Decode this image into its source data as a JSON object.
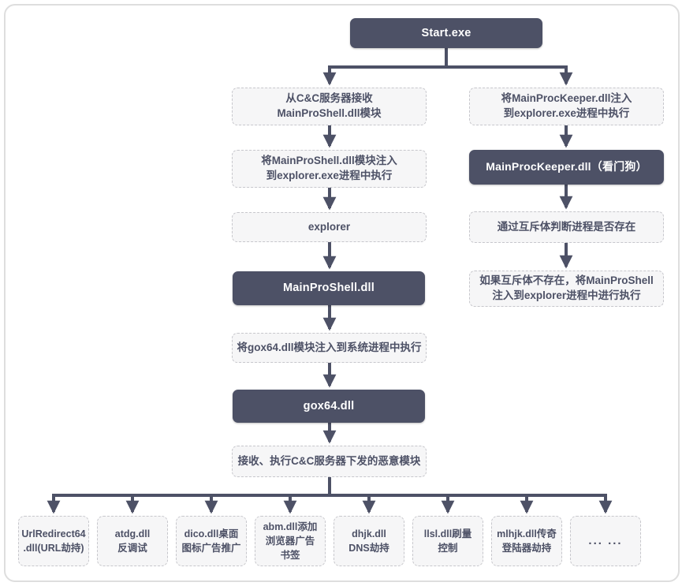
{
  "diagram": {
    "type": "flowchart",
    "language": "zh-CN",
    "topic": "Start.exe malware execution flow"
  },
  "colors": {
    "accent": "#4d5166",
    "dark_node_bg": "#4d5166",
    "dark_node_text": "#ffffff",
    "dashed_node_bg": "#f6f6f7",
    "dashed_node_border": "#c7c7cc",
    "node_text": "#4d5166",
    "page_border": "#dedede",
    "page_bg": "#ffffff"
  },
  "nodes": {
    "start": {
      "label": "Start.exe"
    },
    "receive_mainproshell": {
      "label": "从C&C服务器接收\nMainProShell.dll模块"
    },
    "inject_mainproshell": {
      "label": "将MainProShell.dll模块注入\n到explorer.exe进程中执行"
    },
    "explorer": {
      "label": "explorer"
    },
    "mainproshell": {
      "label": "MainProShell.dll"
    },
    "inject_gox64": {
      "label": "将gox64.dll模块注入到系统进程中执行"
    },
    "gox64": {
      "label": "gox64.dll"
    },
    "receive_exec_modules": {
      "label": "接收、执行C&C服务器下发的恶意模块"
    },
    "inject_mainprockeeper": {
      "label": "将MainProcKeeper.dll注入\n到explorer.exe进程中执行"
    },
    "mainprockeeper": {
      "label": "MainProcKeeper.dll（看门狗）"
    },
    "mutex_check": {
      "label": "通过互斥体判断进程是否存在"
    },
    "mutex_absent_inject": {
      "label": "如果互斥体不存在，将MainProShell\n注入到explorer进程中进行执行"
    }
  },
  "modules": [
    {
      "label": "UrlRedirect64\n.dll(URL劫持)"
    },
    {
      "label": "atdg.dll\n反调试"
    },
    {
      "label": "dico.dll桌面\n图标广告推广"
    },
    {
      "label": "abm.dll添加\n浏览器广告\n书签"
    },
    {
      "label": "dhjk.dll\nDNS劫持"
    },
    {
      "label": "llsl.dll刷量\n控制"
    },
    {
      "label": "mlhjk.dll传奇\n登陆器劫持"
    },
    {
      "label": "... ..."
    }
  ]
}
